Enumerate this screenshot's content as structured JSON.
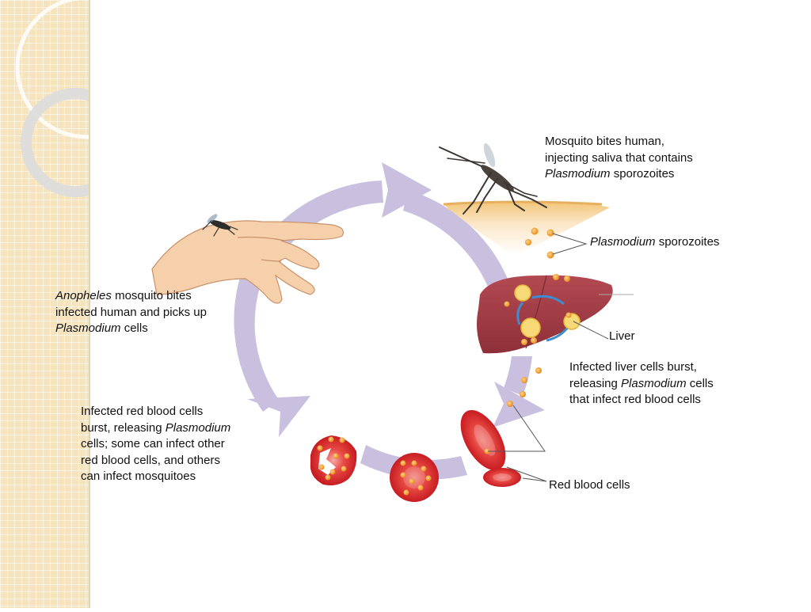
{
  "colors": {
    "cycle_arrow": "#c9c0df",
    "red_blood_cell": "#e0262a",
    "liver": "#a93e48",
    "plasmodium": "#f4a623",
    "skin": "#f5d7a0",
    "side_panel": "#f6e4bf"
  },
  "labels": {
    "mosquito_bites": {
      "line1": "Mosquito bites human,",
      "line2": "injecting saliva that contains",
      "line3_italic": "Plasmodium",
      "line3_rest": " sporozoites"
    },
    "sporozoites": {
      "italic": "Plasmodium",
      "rest": " sporozoites"
    },
    "liver": "Liver",
    "liver_burst": {
      "line1": "Infected liver cells burst,",
      "line2_pre": "releasing ",
      "line2_italic": "Plasmodium",
      "line2_post": " cells",
      "line3": "that infect red blood cells"
    },
    "red_blood_cells": "Red blood cells",
    "rbc_burst": {
      "line1": "Infected red blood cells",
      "line2_pre": "burst, releasing ",
      "line2_italic": "Plasmodium",
      "line3": "cells; some can infect other",
      "line4": "red blood cells, and others",
      "line5": "can infect mosquitoes"
    },
    "anopheles": {
      "line1_italic": "Anopheles",
      "line1_rest": " mosquito bites",
      "line2": "infected human and picks up",
      "line3_italic": "Plasmodium",
      "line3_rest": " cells"
    }
  }
}
